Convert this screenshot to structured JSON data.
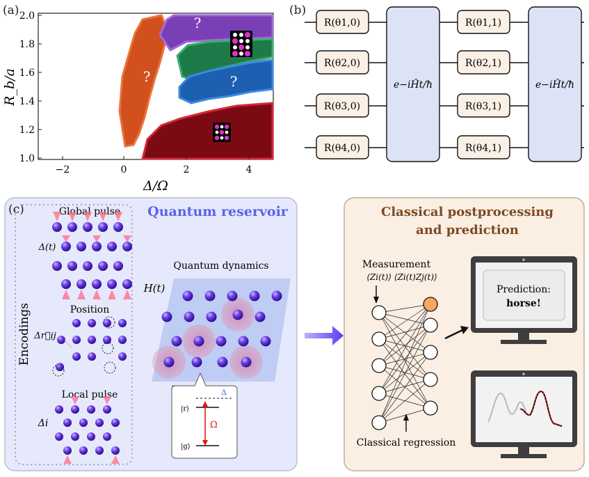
{
  "panel_a": {
    "label": "(a)",
    "xlabel": "Δ/Ω",
    "ylabel": "R_b/a",
    "xticks": [
      "−2",
      "0",
      "2",
      "4"
    ],
    "yticks": [
      "2.0",
      "1.8",
      "1.6",
      "1.4",
      "1.2",
      "1.0"
    ],
    "unknown_mark": "?",
    "colors": {
      "orange": "#d2501e",
      "purple": "#7a3fb5",
      "green": "#1f7a4a",
      "blue": "#1d5fb0",
      "darkred": "#7c0a14"
    }
  },
  "panel_b": {
    "label": "(b)",
    "rotations_col0": [
      "R(θ1,0)",
      "R(θ2,0)",
      "R(θ3,0)",
      "R(θ4,0)"
    ],
    "rotations_col1": [
      "R(θ1,1)",
      "R(θ2,1)",
      "R(θ3,1)",
      "R(θ4,1)"
    ],
    "evolution": "e−iĤt/ħ"
  },
  "panel_c": {
    "label": "(c)",
    "reservoir_title": "Quantum reservoir",
    "global_pulse": "Global pulse",
    "delta_t": "Δ(t)",
    "position": "Position",
    "delta_r": "Δr⃗ij",
    "encodings": "Encodings",
    "local_pulse": "Local pulse",
    "delta_i": "Δi",
    "quantum_dynamics": "Quantum dynamics",
    "hamiltonian": "H(t)",
    "level_r": "|r⟩",
    "level_g": "|g⟩",
    "level_delta": "Δ",
    "level_omega": "Ω"
  },
  "postprocessing": {
    "title_line1": "Classical postprocessing",
    "title_line2": "and prediction",
    "measurement": "Measurement",
    "observables": "⟨Zi(t)⟩ ⟨Zi(t)Zj(t)⟩",
    "regression": "Classical regression",
    "prediction_label": "Prediction:",
    "prediction_value": "horse!"
  }
}
